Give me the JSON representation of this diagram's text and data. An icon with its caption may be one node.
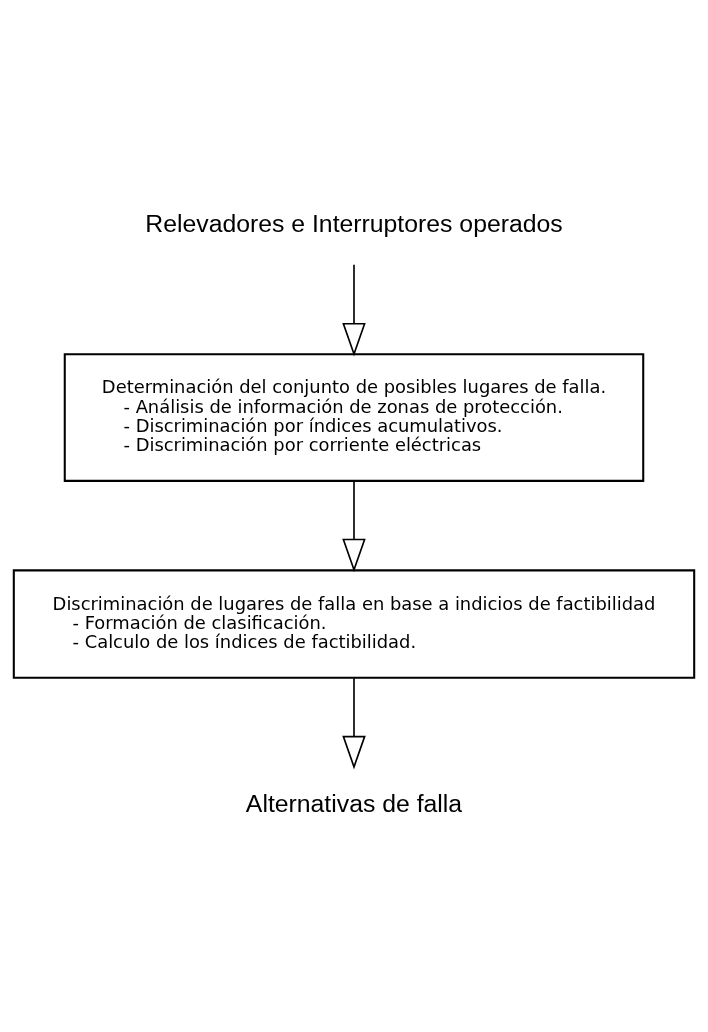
{
  "diagram": {
    "nodes": [
      {
        "text": [
          "Relevadores e Interruptores operados"
        ]
      },
      {
        "text": [
          "Determinación del conjunto de posibles lugares de falla.",
          "- Análisis de información de zonas de protección.",
          "- Discriminación por índices acumulativos.",
          "- Discriminación por corriente eléctricas"
        ]
      },
      {
        "text": [
          "Discriminación de lugares de falla en base a indicios de factibilidad",
          "- Formación de clasificación.",
          "- Calculo de los índices de factibilidad."
        ]
      },
      {
        "text": [
          "Alternativas de falla"
        ]
      }
    ],
    "edges": [
      {
        "from": 0,
        "to": 1,
        "arrow": "to"
      },
      {
        "from": 1,
        "to": 2,
        "arrow": "to"
      },
      {
        "from": 2,
        "to": 3,
        "arrow": "to"
      }
    ]
  }
}
